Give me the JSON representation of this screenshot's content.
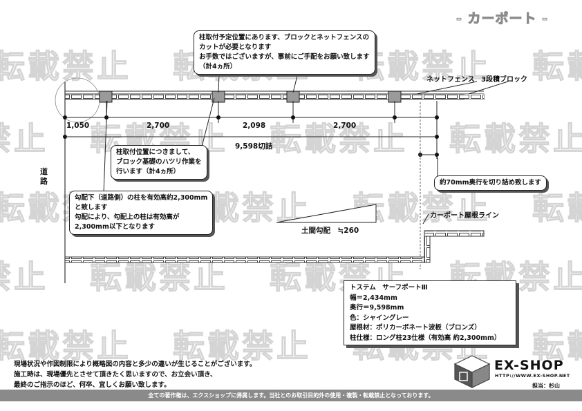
{
  "title": "- カーポート -",
  "watermark": "転載禁止",
  "road_label": "道路",
  "dims_top": [
    "1,050",
    "2,700",
    "2,098",
    "2,700"
  ],
  "dim_total": "9,598切詰",
  "labels": {
    "net_fence": "ネットフェンス",
    "block": "3段積ブロック",
    "slope": "土間勾配　≒260",
    "roof_line": "カーポート屋根ライン"
  },
  "callouts": {
    "post_top": "柱取付予定位置にあります、ブロックとネットフェンスの\nカットが必要となります\nお手数ではございますが、事前にご手配をお願い致します\n（計4ヵ所）",
    "post_mid": "柱取付位置につきまして、\nブロック基礎のハツリ作業を\n行います（計4ヵ所）",
    "slope_note": "勾配下（道路側）の柱を有効高約2,300mm\nと致します\n勾配により、勾配上の柱は有効高が\n2,300mm以下となります",
    "depth_cut": "約70mm奥行を切り詰め致します"
  },
  "spec": [
    "トステム　サーフポートⅢ",
    "幅＝2,434mm",
    "奥行＝9,598mm",
    "色：シャイングレー",
    "屋根材：ポリカーボネート波板（ブロンズ）",
    "柱仕様：ロング柱23仕様（有効高 約2,300mm）"
  ],
  "notes": [
    "現場状況や作図制限により概略図の内容と多少の違いが生じることがございます。",
    "施工時は、現場優先とさせて頂きたく思いますので、お立会い頂き、",
    "最終のご指示のほど、何卒、宜しくお願い致します。"
  ],
  "footer": "全ての著作権は、エクスショップに帰属します。当社とのお取引目的外の使用・複製・転載禁止となっております。",
  "logo": {
    "name": "EX-SHOP",
    "url": "HTTP://WWW.EX-SHOP.NET"
  },
  "staff": "担当：杉山"
}
